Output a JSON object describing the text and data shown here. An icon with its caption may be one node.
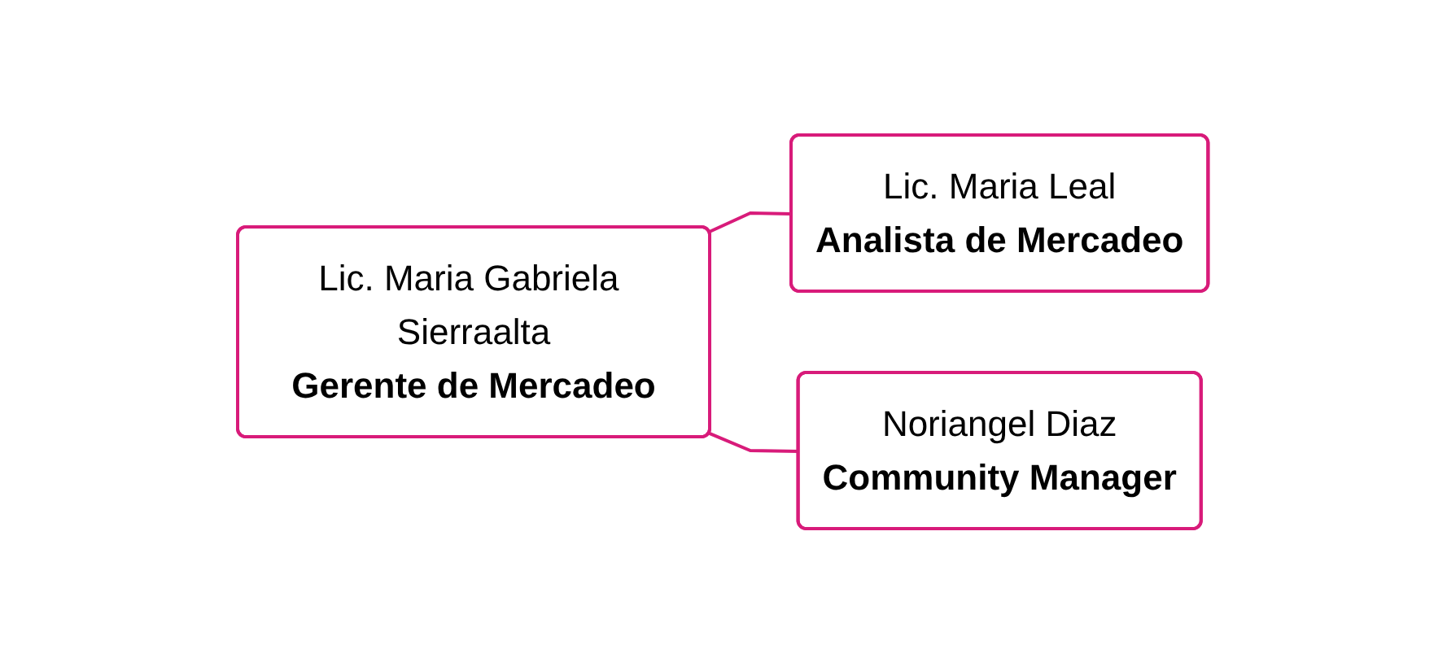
{
  "diagram": {
    "nodes": [
      {
        "text": [
          "Lic. Maria Gabriela Sierraalta",
          "Gerente de Mercadeo"
        ]
      },
      {
        "text": [
          "Lic. Maria Leal",
          "Analista de Mercadeo"
        ]
      },
      {
        "text": [
          "Noriangel Diaz",
          "Community Manager"
        ]
      }
    ],
    "edges": [
      {
        "from": 0,
        "to": 1,
        "arrow": "none",
        "color": "#d81b7a"
      },
      {
        "from": 0,
        "to": 2,
        "arrow": "none",
        "color": "#d81b7a"
      }
    ]
  }
}
